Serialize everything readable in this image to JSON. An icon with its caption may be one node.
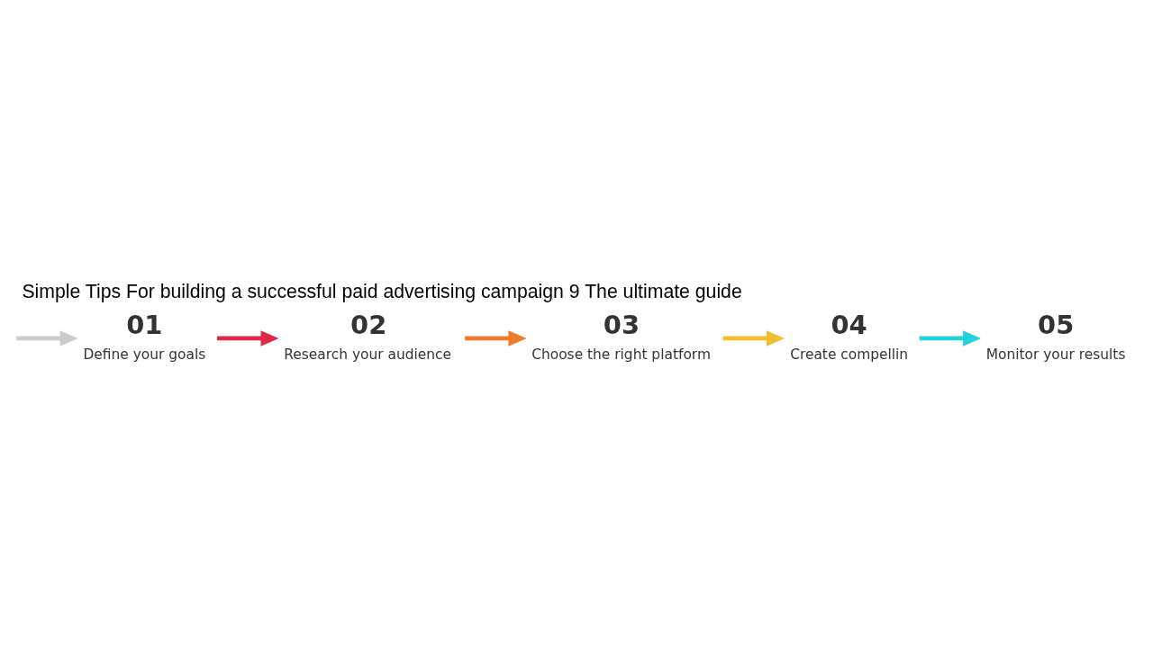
{
  "diagram": {
    "title": "Simple Tips For building a successful paid advertising campaign 9 The ultimate guide",
    "nodes": [
      {
        "text": [
          "01",
          "Define your goals"
        ]
      },
      {
        "text": [
          "02",
          "Research your audience"
        ]
      },
      {
        "text": [
          "03",
          "Choose the right platform"
        ]
      },
      {
        "text": [
          "04",
          "Create compellin"
        ]
      },
      {
        "text": [
          "05",
          "Monitor your results"
        ]
      }
    ],
    "edges": [
      {
        "from": null,
        "to": 0,
        "arrow": "to",
        "color": "#cccccc"
      },
      {
        "from": 0,
        "to": 1,
        "arrow": "to",
        "color": "#e0294a"
      },
      {
        "from": 1,
        "to": 2,
        "arrow": "to",
        "color": "#ee7a2a"
      },
      {
        "from": 2,
        "to": 3,
        "arrow": "to",
        "color": "#f2be30"
      },
      {
        "from": 3,
        "to": 4,
        "arrow": "to",
        "color": "#22d3dc"
      }
    ]
  }
}
